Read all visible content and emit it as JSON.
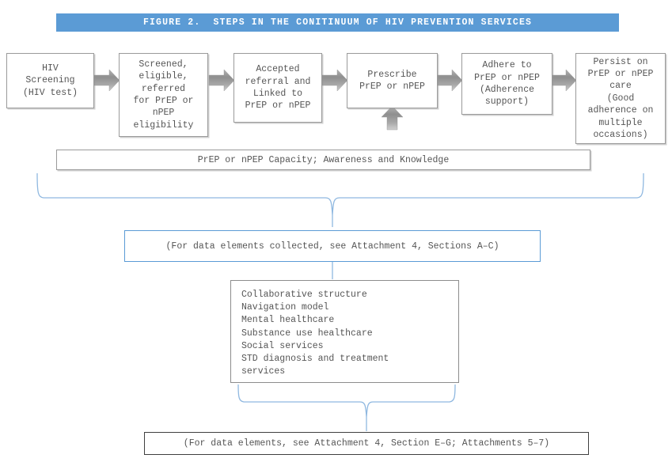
{
  "figure": {
    "title": "FIGURE 2.  STEPS IN THE CONITINUUM OF HIV PREVENTION SERVICES",
    "banner_color": "#5b9bd5",
    "box_border_color": "#9a9a9a",
    "text_color": "#555555",
    "arrow_color": "#9e9e9e",
    "brace_color": "#8fb8e0"
  },
  "steps": [
    {
      "id": "hiv-screening",
      "label": "HIV\nScreening\n(HIV test)"
    },
    {
      "id": "screened-eligible",
      "label": "Screened,\neligible,\nreferred\nfor PrEP or\nnPEP\neligibility"
    },
    {
      "id": "accepted-referral",
      "label": "Accepted\nreferral and\nLinked to\nPrEP or nPEP"
    },
    {
      "id": "prescribe",
      "label": "Prescribe\nPrEP or nPEP"
    },
    {
      "id": "adhere",
      "label": "Adhere to\nPrEP or nPEP\n(Adherence\nsupport)"
    },
    {
      "id": "persist",
      "label": "Persist on\nPrEP or nPEP\ncare\n(Good\nadherence on\nmultiple\noccasions)"
    }
  ],
  "capacity_bar": {
    "label": "PrEP or nPEP Capacity; Awareness and Knowledge"
  },
  "attachment_note_top": {
    "label": "(For data elements collected, see Attachment 4, Sections A–C)"
  },
  "services_list": {
    "items": [
      "Collaborative structure",
      "Navigation model",
      "Mental healthcare",
      "Substance use healthcare",
      "Social services",
      "STD diagnosis and treatment",
      "services"
    ]
  },
  "attachment_note_bottom": {
    "label": "(For data elements, see Attachment 4, Section E–G; Attachments 5–7)"
  }
}
